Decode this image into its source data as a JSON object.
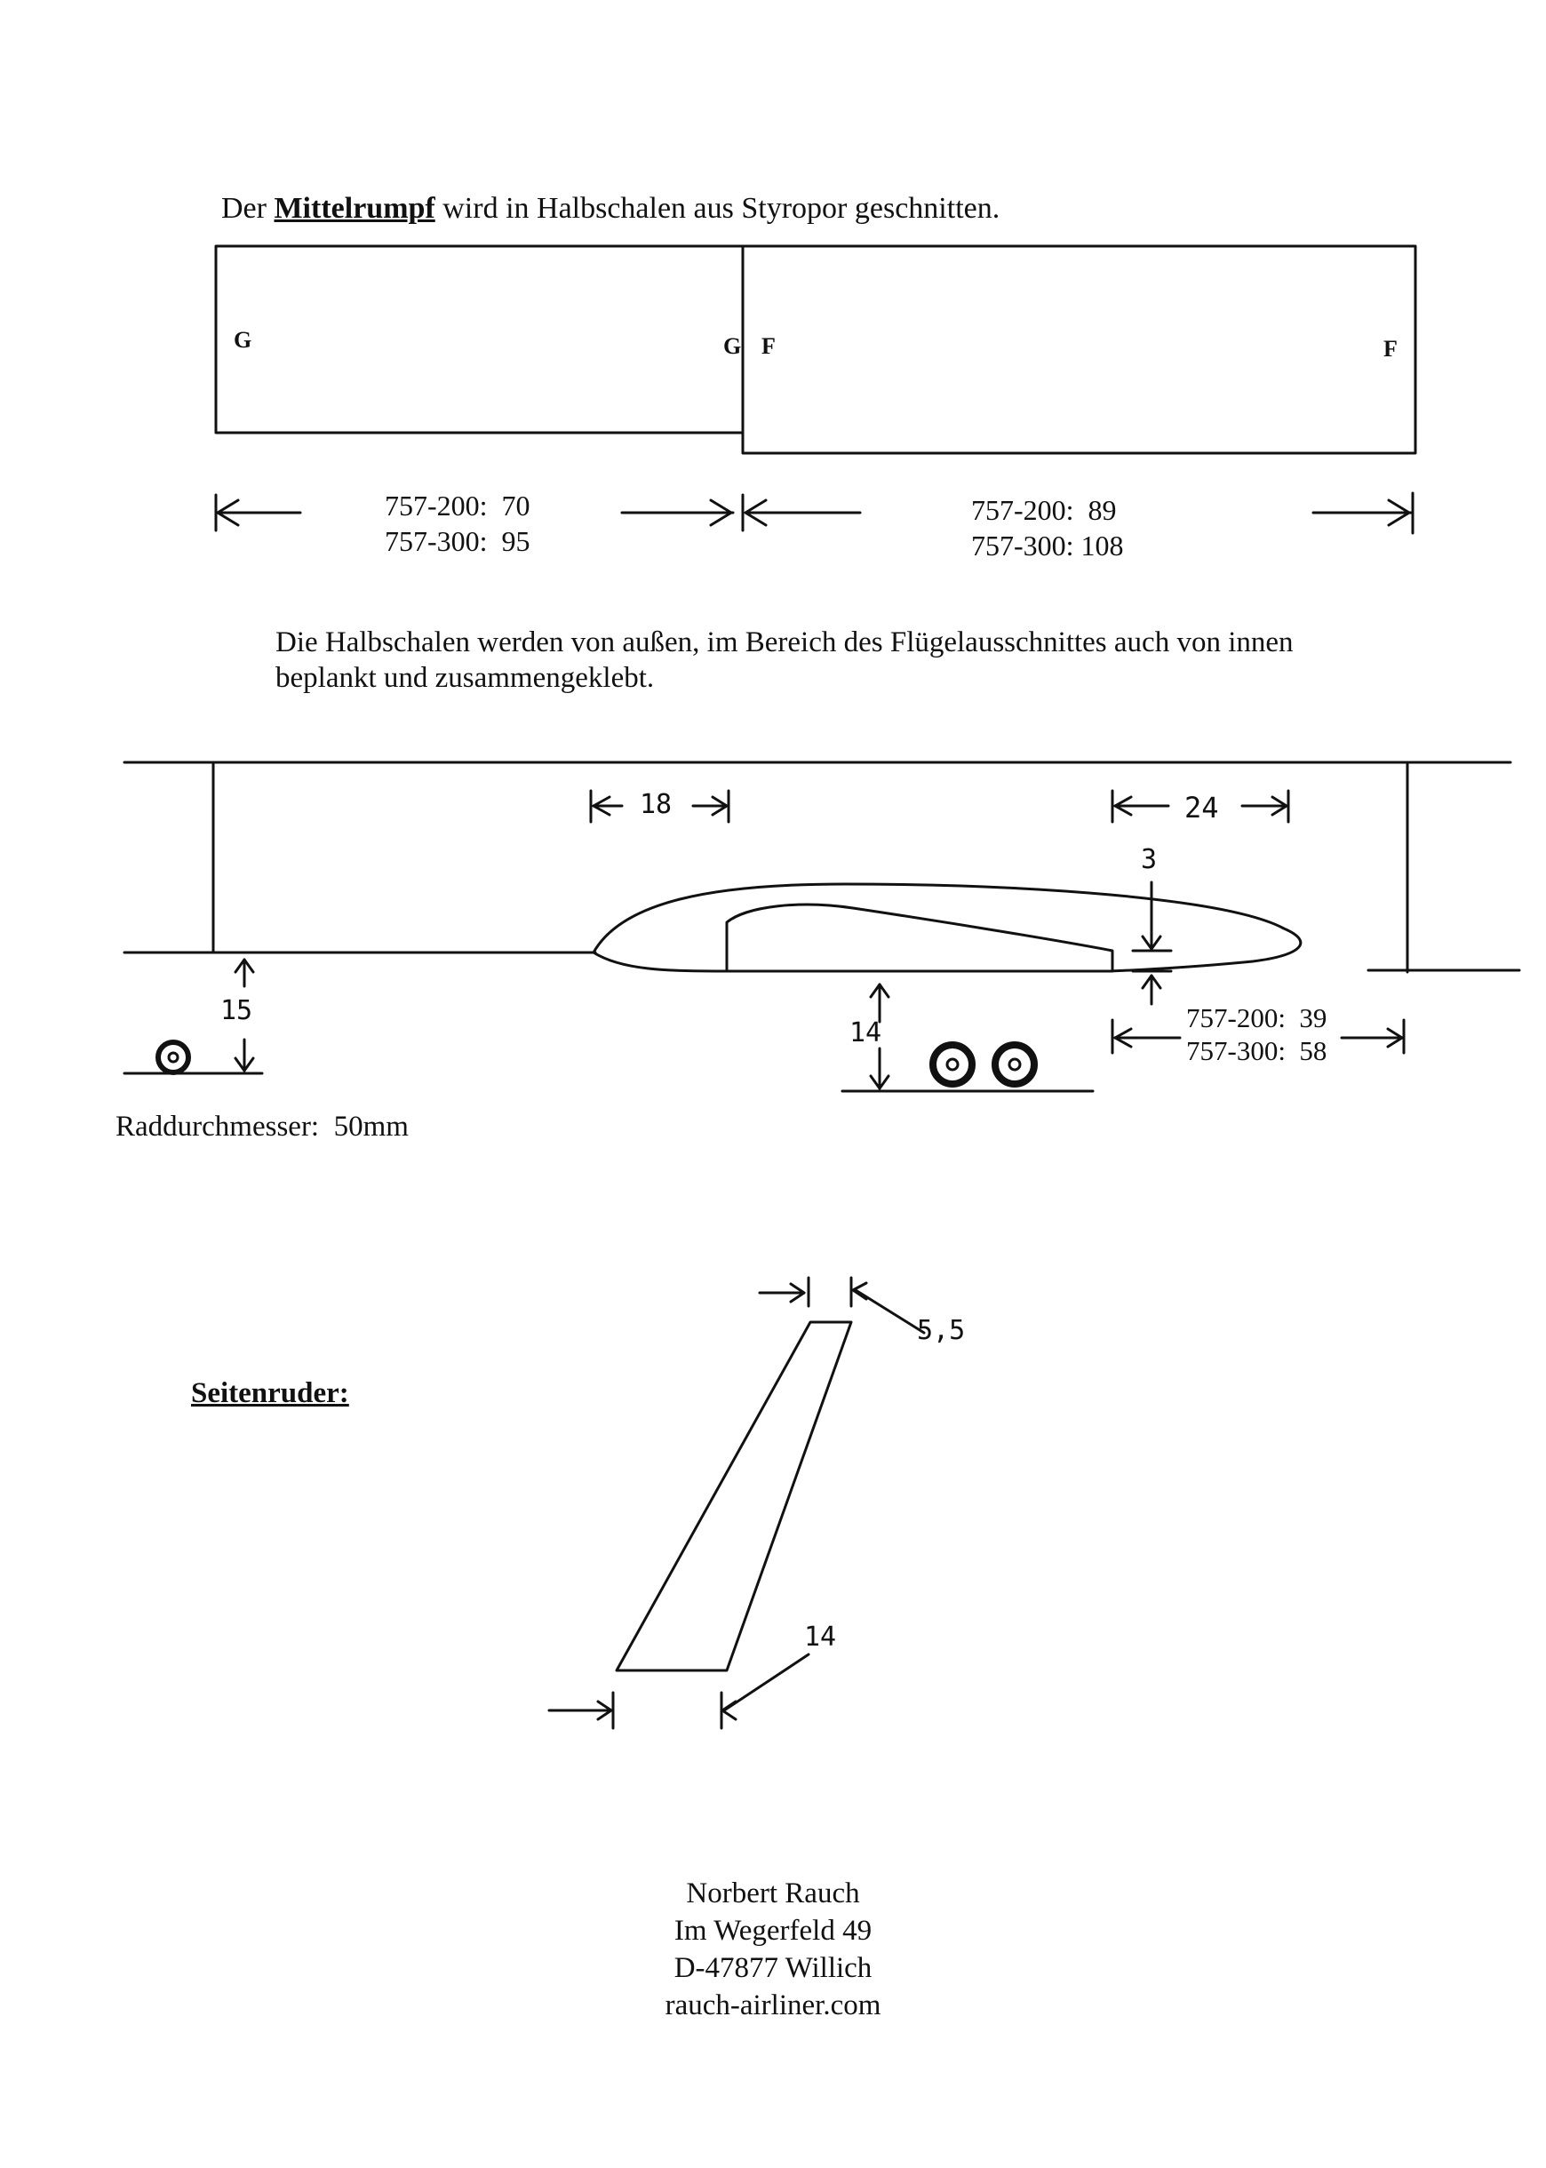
{
  "intro": {
    "prefix": "Der ",
    "highlight": "Mittelrumpf",
    "suffix": " wird in Halbschalen aus Styropor geschnitten."
  },
  "sections": {
    "left": {
      "start": "G",
      "end": "G"
    },
    "right": {
      "start": "F",
      "end": "F"
    }
  },
  "dims_top": {
    "left_200": "757-200:  70",
    "left_300": "757-300:  95",
    "right_200": "757-200:  89",
    "right_300": "757-300: 108"
  },
  "paragraph": {
    "line1": "Die Halbschalen werden von außen, im Bereich des Flügelausschnittes auch von innen",
    "line2": "beplankt und zusammengeklebt."
  },
  "side_view": {
    "d18": "18",
    "d24": "24",
    "d3": "3",
    "d15": "15",
    "d14": "14",
    "wing_200": "757-200:  39",
    "wing_300": "757-300:  58"
  },
  "wheel_note": "Raddurchmesser:  50mm",
  "rudder": {
    "label": "Seitenruder:",
    "top_dim": "5,5",
    "bottom_dim": "14"
  },
  "address": {
    "name": "Norbert Rauch",
    "street": "Im Wegerfeld 49",
    "city": "D-47877 Willich",
    "web": "rauch-airliner.com"
  }
}
